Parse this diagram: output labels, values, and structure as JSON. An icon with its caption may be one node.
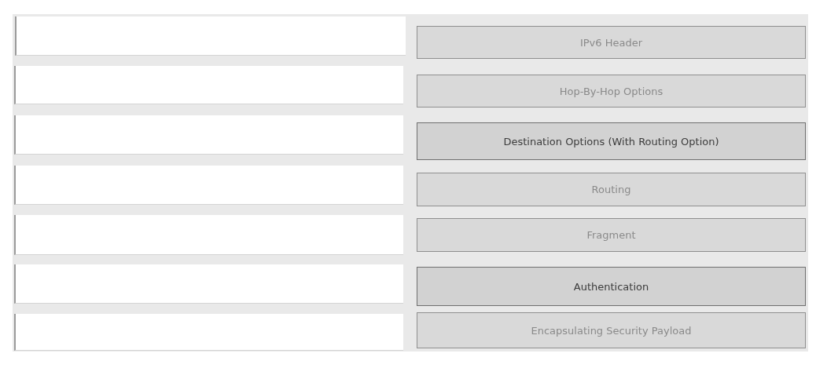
{
  "diagram": {
    "nodes": [
      {
        "text": [],
        "shape": "box"
      },
      {
        "text": [
          "IPv6 Header"
        ]
      },
      {
        "text": [],
        "shape": "box"
      },
      {
        "text": [
          "Hop-By-Hop Options"
        ]
      },
      {
        "text": [],
        "shape": "box"
      },
      {
        "text": [
          "Destination Options (With Routing Option)"
        ]
      },
      {
        "text": [],
        "shape": "box"
      },
      {
        "text": [
          "Routing"
        ]
      },
      {
        "text": [],
        "shape": "box"
      },
      {
        "text": [
          "Fragment"
        ]
      },
      {
        "text": [],
        "shape": "box"
      },
      {
        "text": [
          "Authentication"
        ]
      },
      {
        "text": [],
        "shape": "box"
      },
      {
        "text": [
          "Encapsulating Security Payload"
        ]
      }
    ]
  }
}
